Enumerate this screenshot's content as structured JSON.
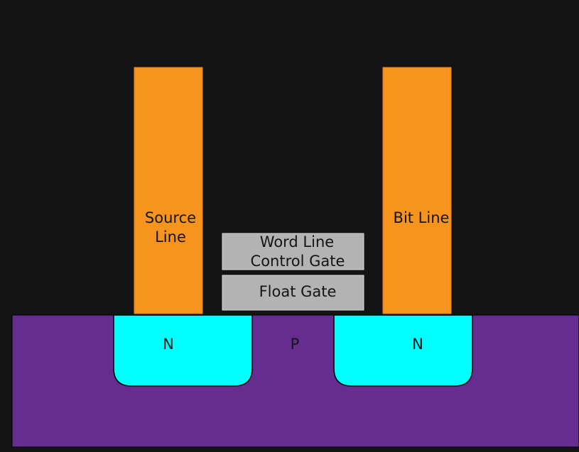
{
  "colors": {
    "background": "#141414",
    "substrate": "#662d91",
    "n_region": "#00ffff",
    "metal_line": "#f7941e",
    "gate": "#b3b3b3",
    "text": "#141414"
  },
  "substrate": {
    "label": "P"
  },
  "n_regions": [
    {
      "label": "N"
    },
    {
      "label": "N"
    }
  ],
  "source_line": {
    "label_lines": [
      "Source",
      "Line"
    ]
  },
  "bit_line": {
    "label": "Bit Line"
  },
  "word_line_gate": {
    "label_lines": [
      "Word Line",
      "Control Gate"
    ]
  },
  "float_gate": {
    "label": "Float Gate"
  }
}
